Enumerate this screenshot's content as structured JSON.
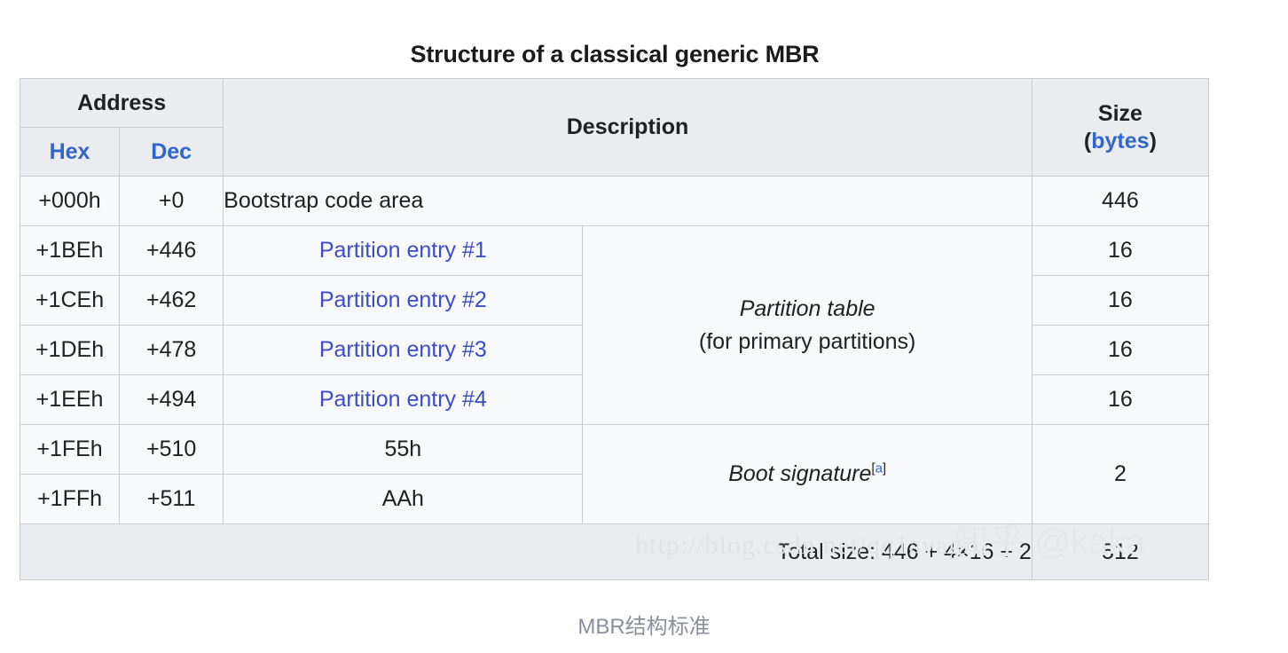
{
  "title": "Structure of a classical generic MBR",
  "caption": "MBR结构标准",
  "colors": {
    "link_blue": "#3366cc",
    "partition_link": "#3b4cca",
    "header_bg": "#eaecf0",
    "cell_bg": "#f8f9fa",
    "border": "#c8ccd1",
    "outer_border": "#a2a9b1",
    "text": "#202122",
    "caption_grey": "#8a8f99"
  },
  "headers": {
    "address": "Address",
    "hex": "Hex",
    "dec": "Dec",
    "description": "Description",
    "size": "Size",
    "size_unit_open": "(",
    "size_unit": "bytes",
    "size_unit_close": ")"
  },
  "rows": [
    {
      "hex": "+000h",
      "dec": "+0",
      "description": "Bootstrap code area",
      "size": "446"
    },
    {
      "hex": "+1BEh",
      "dec": "+446",
      "description": "Partition entry #1",
      "size": "16"
    },
    {
      "hex": "+1CEh",
      "dec": "+462",
      "description": "Partition entry #2",
      "size": "16"
    },
    {
      "hex": "+1DEh",
      "dec": "+478",
      "description": "Partition entry #3",
      "size": "16"
    },
    {
      "hex": "+1EEh",
      "dec": "+494",
      "description": "Partition entry #4",
      "size": "16"
    },
    {
      "hex": "+1FEh",
      "dec": "+510",
      "description": "55h",
      "size": "2"
    },
    {
      "hex": "+1FFh",
      "dec": "+511",
      "description": "AAh",
      "size": ""
    }
  ],
  "groups": {
    "partition_table_line1": "Partition table",
    "partition_table_line2": "(for primary partitions)",
    "boot_signature": "Boot signature",
    "boot_signature_note_open": "[",
    "boot_signature_note": "a",
    "boot_signature_note_close": "]"
  },
  "footer": {
    "total_label": "Total size: 446 + 4×16 + 2",
    "total_size": "512"
  },
  "watermarks": {
    "url": "http://blog.csdn.net/qq1avagri",
    "zhihu": "知乎 @kaka"
  }
}
